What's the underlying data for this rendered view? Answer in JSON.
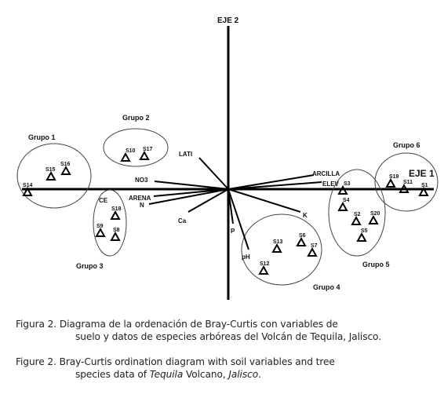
{
  "axes": {
    "axis2_label": "EJE 2",
    "axis1_label": "EJE 1"
  },
  "groups": [
    "Grupo 1",
    "Grupo 2",
    "Grupo 3",
    "Grupo 4",
    "Grupo 5",
    "Grupo 6"
  ],
  "sites": [
    "S1",
    "S2",
    "S3",
    "S4",
    "S5",
    "S6",
    "S7",
    "S8",
    "S9",
    "S10",
    "S11",
    "S12",
    "S13",
    "S14",
    "S15",
    "S16",
    "S17",
    "S18",
    "S19",
    "S20"
  ],
  "variables": [
    "LATI",
    "NO3",
    "ARENA",
    "N",
    "CE",
    "Ca",
    "P",
    "pH",
    "K",
    "ARCILLA",
    "ELEV"
  ],
  "caption": {
    "es_line1": "Figura 2. Diagrama de la ordenación de Bray-Curtis con variables de",
    "es_line2": "suelo y datos de especies arbóreas del Volcán de Tequila, Jalisco.",
    "en_line1": "Figure 2. Bray-Curtis ordination diagram with soil variables and tree",
    "en_line2_pre": "species data of ",
    "en_line2_italic1": "Tequila",
    "en_line2_mid": " Volcano, ",
    "en_line2_italic2": "Jalisco",
    "en_line2_post": "."
  }
}
